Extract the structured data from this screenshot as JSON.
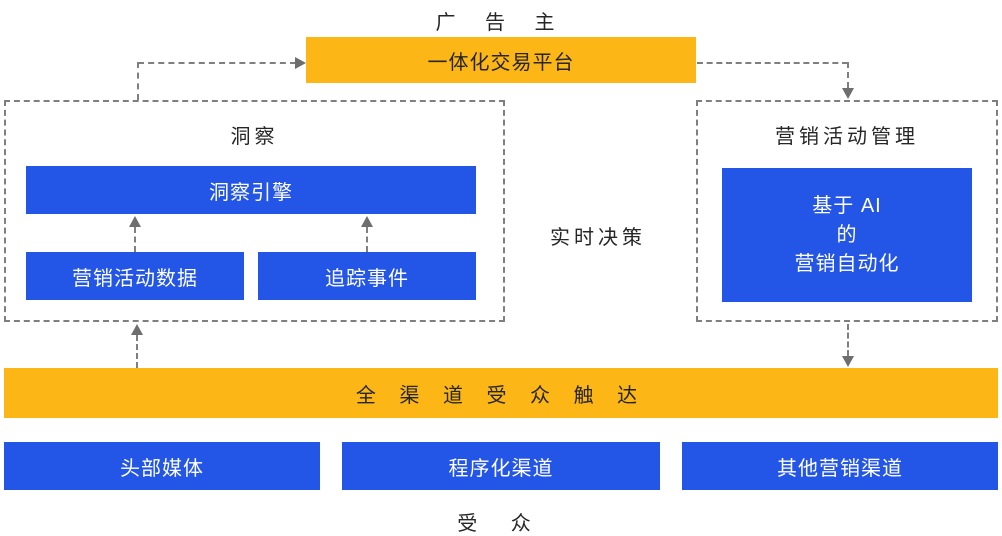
{
  "colors": {
    "orange": "#FCB615",
    "blue": "#2356E6",
    "dashed_border": "#7F7F7F",
    "arrow": "#6E6E6E",
    "dark_text": "#262626",
    "light_text": "#FFFFFF",
    "canvas_bg": "#FFFFFF"
  },
  "diagram": {
    "advertiser": "广 告 主",
    "trading_platform": "一体化交易平台",
    "insight": {
      "title": "洞察",
      "engine": "洞察引擎",
      "campaign_data": "营销活动数据",
      "tracking_events": "追踪事件"
    },
    "realtime_decision": "实时决策",
    "campaign_management": {
      "title": "营销活动管理",
      "ai_line1": "基于 AI",
      "ai_line2": "的",
      "ai_line3": "营销自动化"
    },
    "omnichannel_reach": "全 渠 道 受 众 触 达",
    "channels": {
      "top_media": "头部媒体",
      "programmatic": "程序化渠道",
      "other": "其他营销渠道"
    },
    "audience": "受  众"
  }
}
